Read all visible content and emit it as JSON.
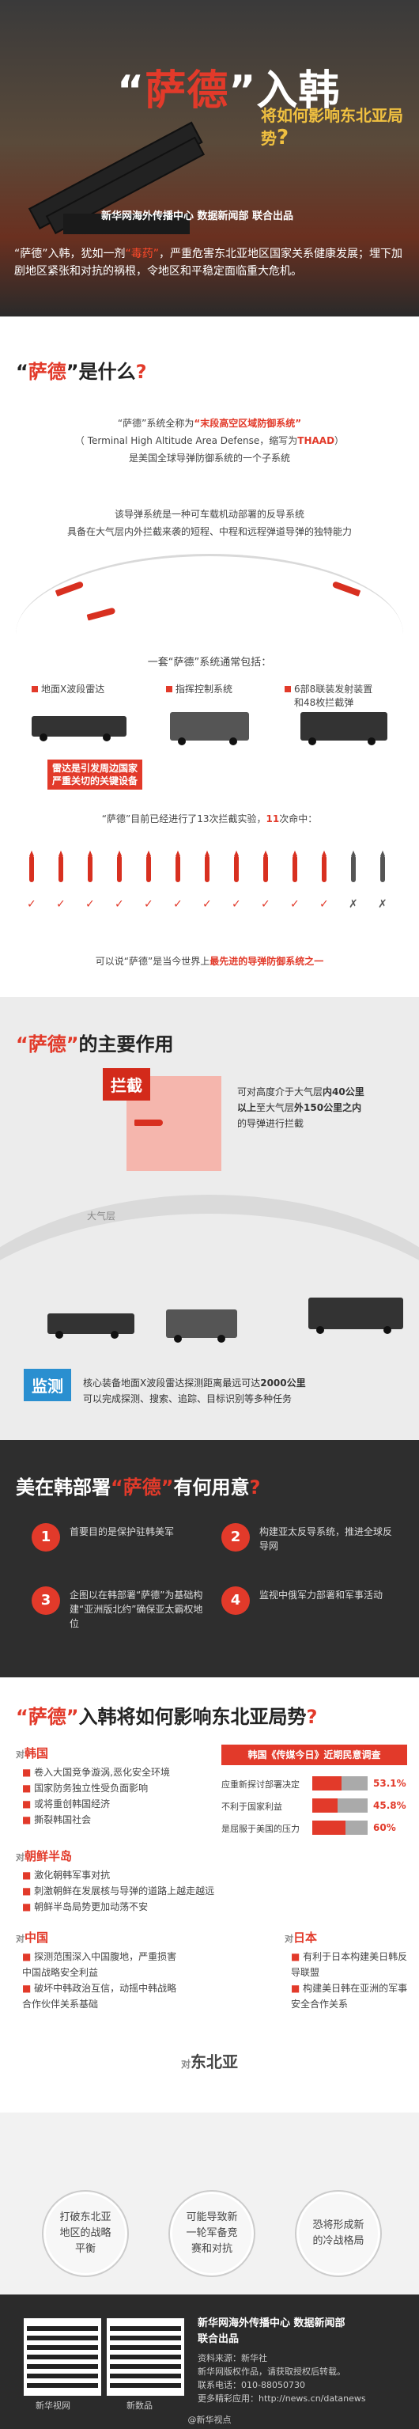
{
  "hero": {
    "title_a": "“",
    "title_b": "萨德",
    "title_c": "”入韩",
    "subtitle": "将如何影响东北亚局势",
    "subtitle_q": "?",
    "credit": "新华网海外传播中心 数据新闻部 联合出品",
    "lead_a": "“萨德”入韩，犹如一剂",
    "lead_b": "“毒药”",
    "lead_c": "，严重危害东北亚地区国家关系健康发展；埋下加剧地区紧张和对抗的祸根，令地区和平稳定面临重大危机。"
  },
  "s1": {
    "title_a": "“",
    "title_b": "萨德",
    "title_c": "”是什么",
    "title_q": "?",
    "line1_a": "“萨德”系统全称为",
    "line1_b": "“末段高空区域防御系统”",
    "line2_a": "（ Terminal High Altitude Area Defense，缩写为",
    "line2_b": "THAAD",
    "line2_c": "）",
    "line3": "是美国全球导弹防御系统的一个子系统",
    "line4": "该导弹系统是一种可车载机动部署的反导系统",
    "line5": "具备在大气层内外拦截来袭的短程、中程和远程弹道导弹的独特能力",
    "components_title": "一套“萨德”系统通常包括：",
    "comp1": "地面X波段雷达",
    "comp2": "指挥控制系统",
    "comp3a": "6部8联装发射装置",
    "comp3b": "和48枚拦截弹",
    "radar_note_a": "雷达是引发周边国家",
    "radar_note_b": "严重关切的关键设备",
    "tests_a": "“萨德”目前已经进行了13次拦截实验，",
    "tests_b": "11",
    "tests_c": "次命中：",
    "conclusion_a": "可以说“萨德”是当今世界上",
    "conclusion_b": "最先进的导弹防御系统之一"
  },
  "tests": [
    true,
    true,
    true,
    true,
    true,
    true,
    true,
    true,
    true,
    true,
    true,
    false,
    false
  ],
  "s2": {
    "title_a": "“萨德”",
    "title_b": "的主要作用",
    "intercept_label": "拦截",
    "intercept_a": "可对高度介于大气层",
    "intercept_b": "内40公里",
    "intercept_c": "以上",
    "intercept_d": "至大气层",
    "intercept_e": "外150公里之内",
    "intercept_f": "的导弹进行拦截",
    "atmosphere": "大气层",
    "detect_label": "监测",
    "detect_a": "核心装备地面X波段雷达探测距离最远可达",
    "detect_b": "2000公里",
    "detect_c": "可以完成探测、搜索、追踪、目标识别等多种任务"
  },
  "s3": {
    "title_a": "美在韩部署",
    "title_b": "“萨德”",
    "title_c": "有何用意",
    "title_q": "?",
    "items": [
      {
        "n": "1",
        "text": "首要目的是保护驻韩美军"
      },
      {
        "n": "2",
        "text": "构建亚太反导系统，推进全球反导网"
      },
      {
        "n": "3",
        "text": "企图以在韩部署“萨德”为基础构建“亚洲版北约”确保亚太霸权地位"
      },
      {
        "n": "4",
        "text": "监视中俄军力部署和军事活动"
      }
    ]
  },
  "s4": {
    "title_a": "“萨德”",
    "title_b": "入韩将如何影响东北亚局势",
    "title_q": "?",
    "dui": "对",
    "korea": "韩国",
    "korea_items": [
      "卷入大国竞争漩涡,恶化安全环境",
      "国家防务独立性受负面影响",
      "或将重创韩国经济",
      "撕裂韩国社会"
    ],
    "poll_title": "韩国《传媒今日》近期民意调查",
    "poll": [
      {
        "label": "应重新探讨部署决定",
        "value": 53.1,
        "text": "53.1%"
      },
      {
        "label": "不利于国家利益",
        "value": 45.8,
        "text": "45.8%"
      },
      {
        "label": "是屈服于美国的压力",
        "value": 60,
        "text": "60%"
      }
    ],
    "dprk": "朝鲜半岛",
    "dprk_items": [
      "激化朝韩军事对抗",
      "刺激朝鲜在发展核与导弹的道路上越走越远",
      "朝鲜半岛局势更加动荡不安"
    ],
    "china": "中国",
    "china_items": [
      "探测范围深入中国腹地，严重损害中国战略安全利益",
      "破坏中韩政治互信，动摇中韩战略合作伙伴关系基础"
    ],
    "japan": "日本",
    "japan_items": [
      "有利于日本构建美日韩反导联盟",
      "构建美日韩在亚洲的军事安全合作关系"
    ],
    "northeast": "东北亚",
    "rings": [
      "打破东北亚地区的战略平衡",
      "可能导致新一轮军备竞赛和对抗",
      "恐将形成新的冷战格局"
    ]
  },
  "footer": {
    "qr1_label": "新华视网",
    "qr2_label": "新数品",
    "org": "新华网海外传播中心 数据新闻部",
    "org2": "联合出品",
    "line1": "资料来源：新华社",
    "line2": "新华网版权作品，请获取授权后转载。",
    "line3": "联系电话：010-88050730",
    "line4": "更多精彩应用：http://news.cn/datanews",
    "weibo": "@新华视点"
  }
}
